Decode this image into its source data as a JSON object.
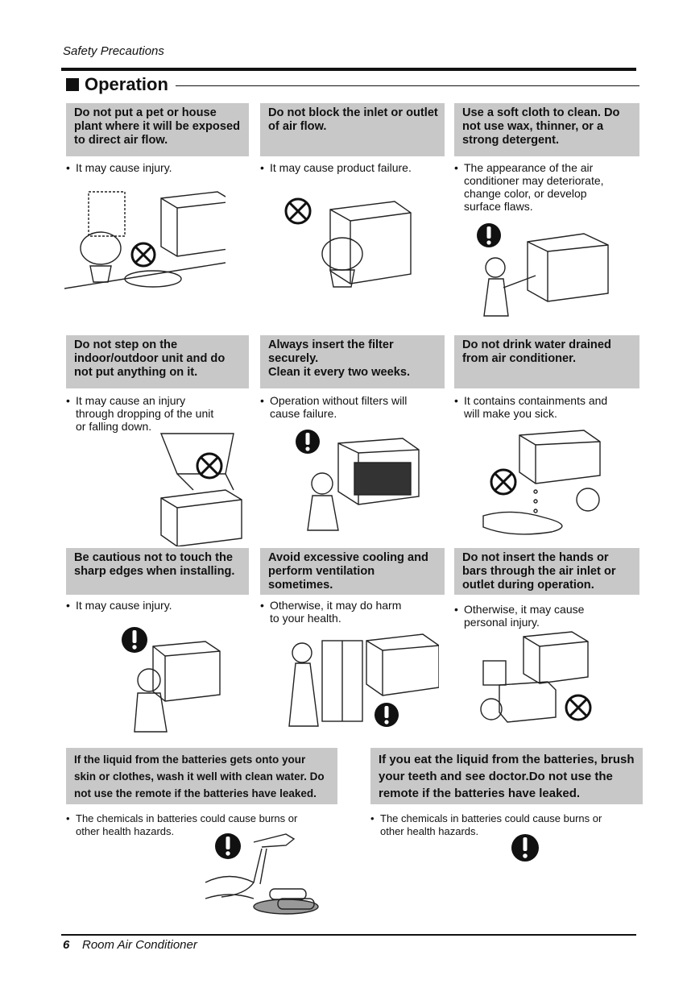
{
  "header": {
    "title": "Safety Precautions"
  },
  "section": {
    "title": "Operation"
  },
  "cards": [
    {
      "heading": "Do not put a pet or house plant where it will be exposed to direct air flow.",
      "bullet": "•",
      "note": "It may cause injury.",
      "icon": "prohibited-icon"
    },
    {
      "heading": "Do not block the inlet or outlet of  air flow.",
      "bullet": "•",
      "note": "It may cause product failure.",
      "icon": "prohibited-icon"
    },
    {
      "heading": "Use a soft cloth to clean. Do not use wax, thinner, or a strong detergent.",
      "bullet": "•",
      "note": "The appearance of the air\nconditioner may deteriorate,\nchange color, or develop\nsurface flaws.",
      "icon": "warning-icon"
    },
    {
      "heading": "Do not step on the indoor/outdoor unit and do not put anything on it.",
      "bullet": "•",
      "note": "It may cause an injury\nthrough dropping of the unit\nor falling down.",
      "icon": "prohibited-icon"
    },
    {
      "heading": "Always insert the filter securely.\nClean it every two weeks.",
      "bullet": "•",
      "note": "Operation without filters will\ncause failure.",
      "icon": "warning-icon"
    },
    {
      "heading": "Do not drink water drained from air conditioner.",
      "bullet": "•",
      "note": "It contains containments and\nwill make you sick.",
      "icon": "prohibited-icon"
    },
    {
      "heading": "Be cautious not to touch the sharp edges when installing.",
      "bullet": "•",
      "note": "It may cause injury.",
      "icon": "warning-icon"
    },
    {
      "heading": "Avoid excessive cooling and perform ventilation sometimes.",
      "bullet": "•",
      "note": "Otherwise, it may do harm\nto your health.",
      "icon": "warning-icon"
    },
    {
      "heading": "Do not insert the hands or bars through the air inlet or outlet during operation.",
      "bullet": "•",
      "note": "Otherwise, it may cause\npersonal injury.",
      "icon": "prohibited-icon"
    }
  ],
  "battery_cards": [
    {
      "heading": "If the liquid from the batteries gets onto your skin or clothes, wash it well with clean water. Do not use the remote if the batteries have leaked.",
      "bullet": "•",
      "note": "The chemicals in batteries could cause burns or\nother health hazards.",
      "icon": "warning-icon"
    },
    {
      "heading": "If you eat the liquid from the batteries, brush your teeth and see doctor.Do not use the remote if the batteries have leaked.",
      "bullet": "•",
      "note": "The chemicals in batteries could cause burns or\nother health hazards.",
      "icon": "warning-icon"
    }
  ],
  "footer": {
    "page_number": "6",
    "title": "Room Air Conditioner"
  }
}
